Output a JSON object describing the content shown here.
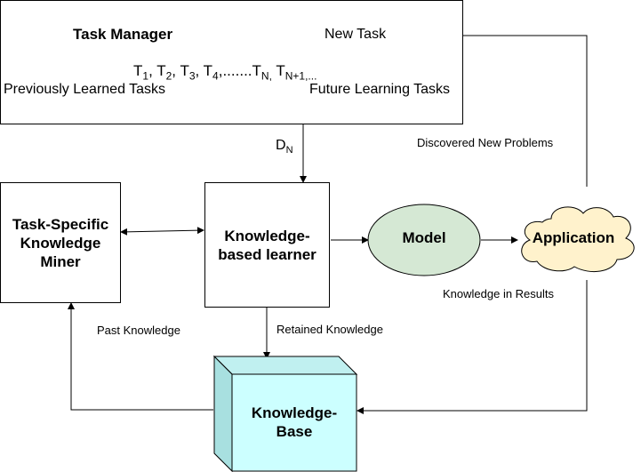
{
  "task_manager": {
    "title": "Task Manager",
    "new_task": "New Task",
    "sequence": {
      "items": [
        {
          "base": "T",
          "sub": "1",
          "after": ", "
        },
        {
          "base": "T",
          "sub": "2",
          "after": ", "
        },
        {
          "base": "T",
          "sub": "3",
          "after": ", "
        },
        {
          "base": "T",
          "sub": "4",
          "after": ",.......",
          "after_class": "dots"
        },
        {
          "base": "T",
          "sub": "N,",
          "after": " "
        },
        {
          "base": "T",
          "sub": "N+1,...",
          "after": ""
        }
      ]
    },
    "previous_label": "Previously Learned Tasks",
    "future_label": "Future Learning Tasks"
  },
  "dn_label": {
    "base": "D",
    "sub": "N"
  },
  "miner": {
    "line1": "Task-Specific",
    "line2": "Knowledge",
    "line3": "Miner"
  },
  "learner": {
    "line1": "Knowledge-",
    "line2": "based learner"
  },
  "model": {
    "label": "Model"
  },
  "application": {
    "label": "Application"
  },
  "knowledge_base": {
    "line1": "Knowledge-",
    "line2": "Base"
  },
  "edge_labels": {
    "discovered": "Discovered New Problems",
    "in_results": "Knowledge in Results",
    "past": "Past Knowledge",
    "retained": "Retained Knowledge"
  },
  "colors": {
    "model_fill": "#d5e8d4",
    "application_fill": "#fff2cc",
    "kb_front": "#ccffff",
    "kb_top": "#c0f0f0",
    "kb_side": "#a8e0e0",
    "stroke": "#000000"
  }
}
